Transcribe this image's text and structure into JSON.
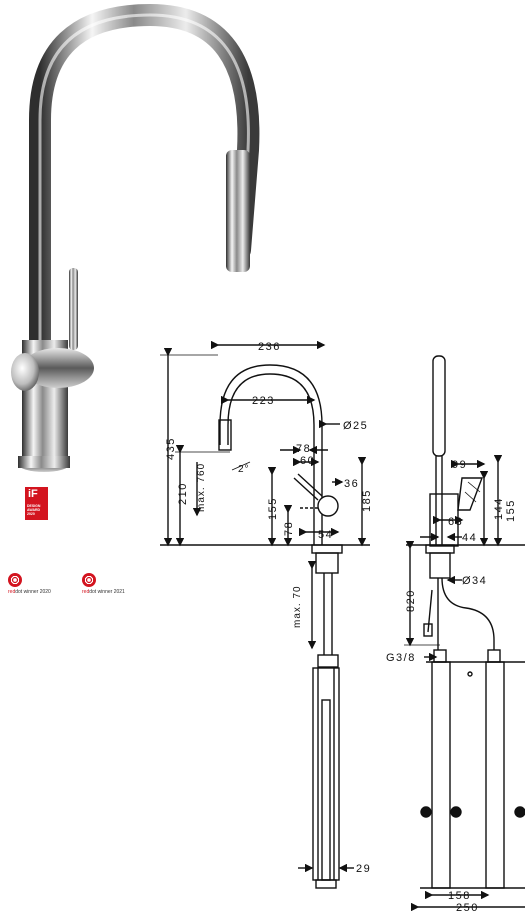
{
  "badges": {
    "if_logo": "iF",
    "if_text": "DESIGN\nAWARD\n2020",
    "reddot_prefix": "red",
    "reddot_mid": "dot",
    "reddot_2020": " winner 2020",
    "reddot_2021": " winner 2021"
  },
  "dimensions": {
    "front": {
      "d236": "236",
      "d223": "223",
      "d25": "Ø25",
      "d435": "435",
      "d210": "210",
      "max760": "max. 760",
      "angle": "2°",
      "d78a": "78",
      "d60": "60",
      "d36": "36",
      "d155": "155",
      "d78b": "78",
      "d54": "54",
      "d185": "185",
      "max70": "max. 70",
      "d29": "29"
    },
    "side": {
      "d99": "99",
      "d144": "144",
      "d155": "155",
      "d63": "63",
      "d44": "44",
      "d820": "820",
      "d34": "Ø34",
      "g38": "G3/8",
      "d158": "158",
      "d250": "250"
    }
  },
  "colors": {
    "chrome_dark": "#3c3c3c",
    "chrome_light": "#f4f4f4",
    "award_red": "#d3141f"
  }
}
